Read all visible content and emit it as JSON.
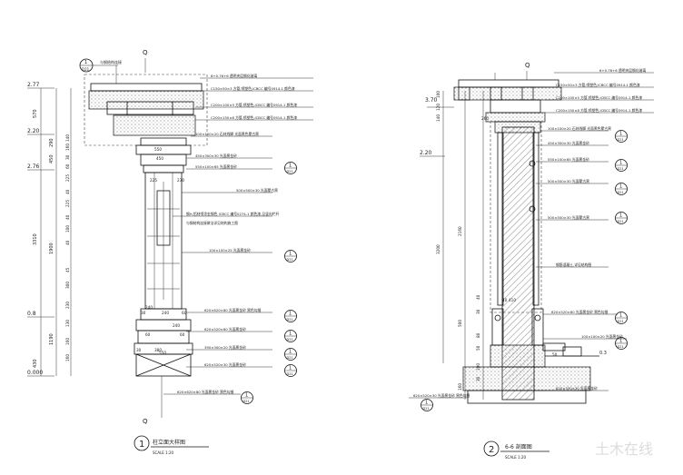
{
  "left": {
    "title": "柱立面大样图",
    "scale": "SCALE        1:20",
    "number": "1",
    "axis_label": "Q",
    "elev_labels": [
      "2.77",
      "2.20",
      "2.76",
      "0.8",
      "0.000"
    ],
    "dims_vertical": [
      "570",
      "290",
      "450",
      "3310",
      "1900",
      "1190",
      "430"
    ],
    "dims_inner": [
      "140",
      "160",
      "30",
      "60",
      "225",
      "40",
      "225",
      "40",
      "100",
      "40",
      "45",
      "300",
      "230",
      "130",
      "160",
      "160"
    ],
    "dims_horizontal": [
      "550",
      "450",
      "225",
      "230",
      "60",
      "60",
      "240",
      "30",
      "60",
      "240",
      "240",
      "550",
      "380",
      "30"
    ],
    "notes": [
      "6+0.76+6 透明夹层钢化玻璃",
      "C150×50×3 方管,喷塑色,ICBCC 编号0914-1 颜色漆",
      "C200×100×5 方管,喷塑色,ICBCC 编号0914-1 颜色漆",
      "C200×150×8 方管,喷塑色,ICBCC 编号0914-1 颜色漆",
      "100×100×20 石材线脚 光面黑色蒙古黑",
      "450×300×30 光面黑金砂",
      "550×100×65 光面黑金砂",
      "500×500×30 光面蒙古黑",
      "钢H,铝材喷涂金钢色 ICBCC 编号0274-1 颜色漆,见竖向栏杆",
      "与钢结构连接做法详见结构施工图",
      "100×100×25 光面黑金砂",
      "620×620×80 光面黑金砂 黑色勾缝",
      "620×520×60 光面黑金砂",
      "390×300×20 光面黑金砂",
      "620×520×30 光面黑金砂",
      "620×620×80 光面黑金砂 黑色勾缝"
    ],
    "callouts": [
      {
        "num": "1",
        "ref": "D21"
      },
      {
        "num": "1",
        "ref": "D21"
      },
      {
        "num": "1",
        "ref": "D21"
      },
      {
        "num": "1",
        "ref": "D21"
      },
      {
        "num": "1",
        "ref": "D21"
      },
      {
        "num": "1",
        "ref": "D21"
      },
      {
        "num": "1",
        "ref": "D21"
      },
      {
        "num": "1",
        "ref": "D21"
      }
    ],
    "top_note": "与钢结构连接"
  },
  "right": {
    "title": "6-6 剖面图",
    "scale": "SCALE        1:20",
    "number": "2",
    "elev_labels": [
      "3.70",
      "2.20"
    ],
    "dims_vertical": [
      "100",
      "120",
      "140",
      "3200",
      "2160",
      "500",
      "40",
      "30",
      "80",
      "50",
      "100",
      "30",
      "160"
    ],
    "dims_horizontal": [
      "260",
      "40",
      "410",
      "50"
    ],
    "notes": [
      "6+0.76+6 透明夹层钢化玻璃",
      "C150×50×3 方管,喷塑色,ICBCC 编号0914-1 颜色漆",
      "C200×100×5 方管,喷塑色,ICBCC 编号0914-1 颜色漆",
      "C200×150×8 方管,喷塑色,ICBCC 编号0914-1 颜色漆",
      "100×100×20 石材线脚 光面黑色蒙古黑",
      "450×300×30 光面黑金砂",
      "550×100×65 光面黑金砂",
      "500×500×30 光面蒙古黑",
      "500×500×30 光面蒙古黑",
      "钢筋混凝土,详见结构图",
      "620×520×80 光面黑金砂 黑色勾缝",
      "100×100×20 光面黑金砂",
      "620×350×30 光面黑金砂",
      "620×520×30 光面黑金砂 黑色勾缝"
    ],
    "callouts": [
      {
        "num": "1",
        "ref": "D21"
      },
      {
        "num": "1",
        "ref": "D21"
      },
      {
        "num": "1",
        "ref": "D21"
      },
      {
        "num": "1",
        "ref": "D21"
      },
      {
        "num": "1",
        "ref": "D21"
      },
      {
        "num": "1",
        "ref": "D21"
      },
      {
        "num": "1",
        "ref": "D21"
      }
    ],
    "ground_label": "0.3"
  },
  "watermark": "土木在线"
}
